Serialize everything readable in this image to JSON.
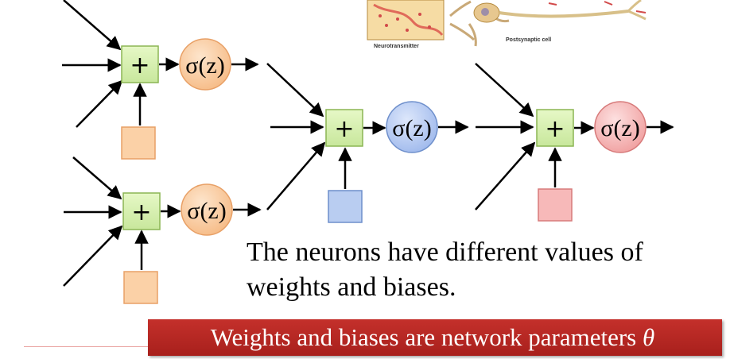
{
  "image_labels": {
    "left": "Neurotransmitter",
    "right": "Postsynaptic cell"
  },
  "symbols": {
    "sum": "+",
    "activation": "σ(z)"
  },
  "colors": {
    "layer1": {
      "fill": "#fbd1a7",
      "stroke": "#e8a066"
    },
    "layer2": {
      "fill": "#b9cdf1",
      "stroke": "#6e8fcb"
    },
    "layer3": {
      "fill": "#f7b9b9",
      "stroke": "#d77a7a"
    },
    "sum_fill": "#d9f2b4",
    "sum_stroke": "#8bb554",
    "banner": "#b8231f"
  },
  "caption": {
    "line1": "The neurons have different values of",
    "line2": "weights and biases."
  },
  "banner": {
    "text": "Weights and biases are network parameters ",
    "symbol": "θ"
  }
}
